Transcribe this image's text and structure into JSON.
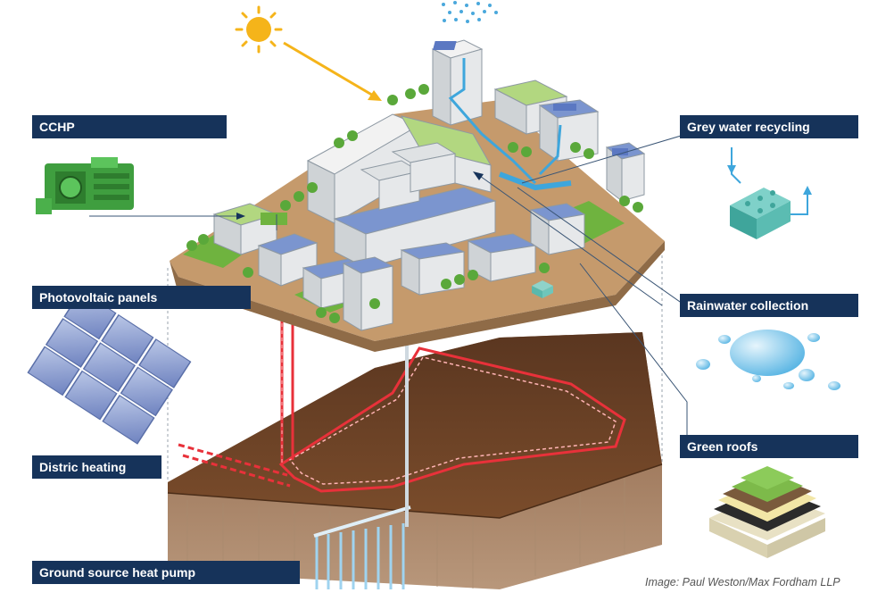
{
  "labels": {
    "cchp": "CCHP",
    "photovoltaic": "Photovoltaic panels",
    "district_heating": "Distric heating",
    "ground_source": "Ground source heat pump",
    "grey_water": "Grey water recycling",
    "rainwater": "Rainwater collection",
    "green_roofs": "Green roofs"
  },
  "credit": "Image: Paul Weston/Max Fordham LLP",
  "icons": [
    "sun-icon",
    "rain-icon",
    "cchp-engine-icon",
    "photovoltaic-panel-icon",
    "grey-water-tank-icon",
    "rain-drops-icon",
    "green-roof-section-icon"
  ],
  "colors": {
    "label_bar": "#16335a",
    "pipe_hot": "#e8313a",
    "water": "#3ea6dc",
    "soil": "#6b4426",
    "grass": "#6fb33f",
    "building": "#e3e3e3",
    "sun": "#f5b41a"
  }
}
